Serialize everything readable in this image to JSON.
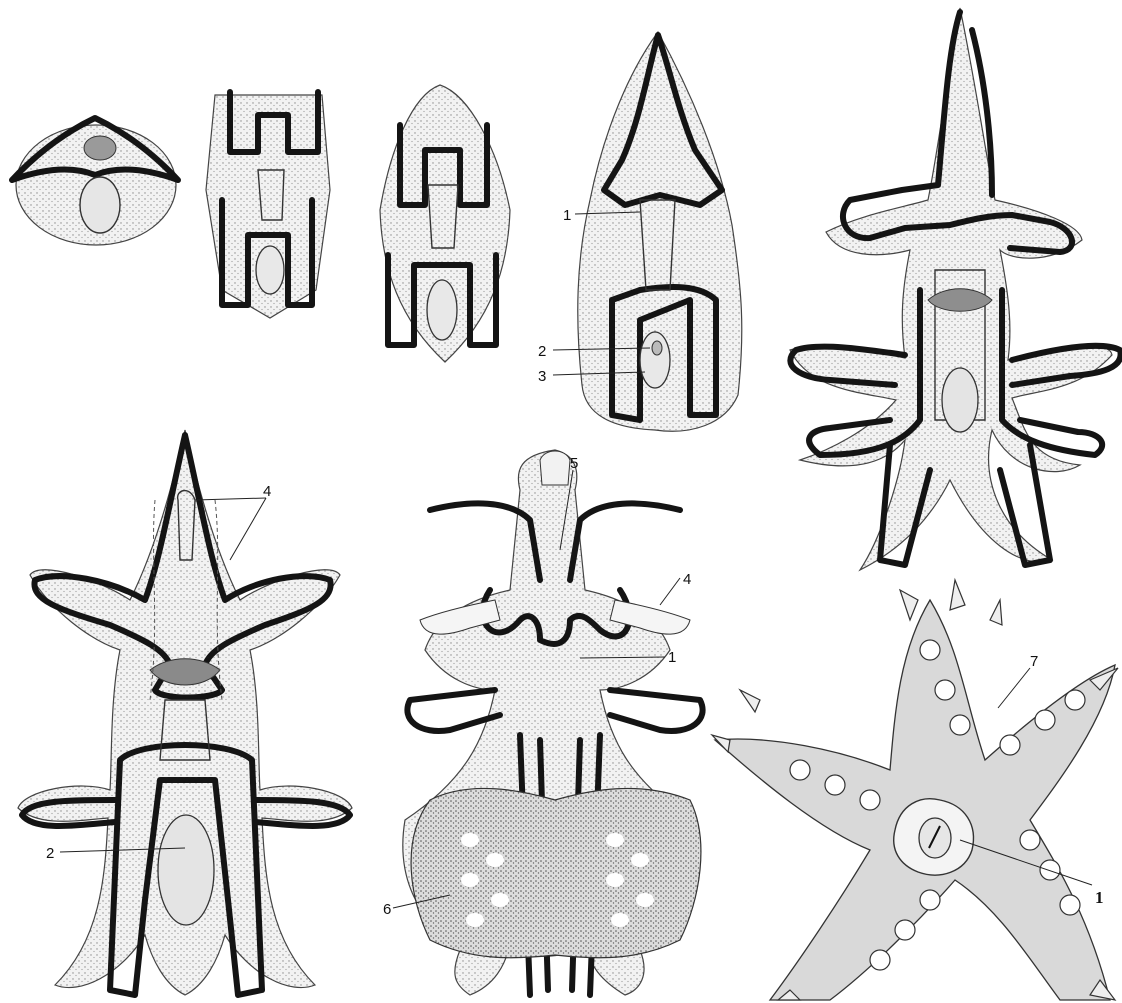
{
  "figure": {
    "labels": {
      "l1": "1",
      "l2": "2",
      "l3": "3",
      "l4": "4",
      "l5": "5",
      "l6": "6",
      "l7": "7"
    },
    "colors": {
      "ciliary_band": "#141414",
      "body_shade": "#d9d9d9",
      "ink": "#111111"
    }
  }
}
